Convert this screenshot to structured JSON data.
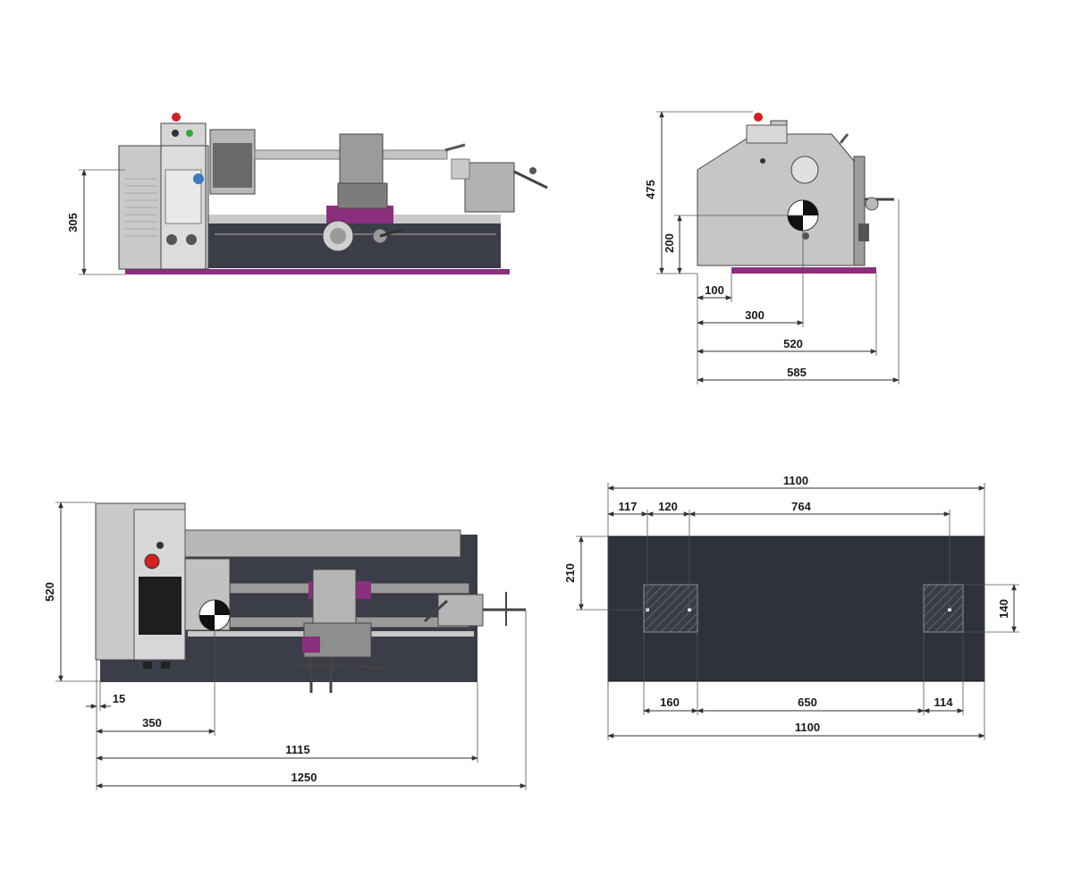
{
  "colors": {
    "machine_light": "#c9c9c9",
    "machine_mid": "#a7a7a7",
    "machine_dark": "#3b3d48",
    "accent_magenta": "#8a2f7e",
    "base_plate": "#2f323c",
    "estop_red": "#d42020"
  },
  "front_view": {
    "dims": {
      "height": "305"
    }
  },
  "side_view": {
    "dims": {
      "height_total": "475",
      "center_height": "200",
      "d100": "100",
      "d300": "300",
      "d520": "520",
      "d585": "585"
    }
  },
  "top_view": {
    "dims": {
      "depth": "520",
      "d15": "15",
      "d350": "350",
      "d1115": "1115",
      "d1250": "1250"
    }
  },
  "base_view": {
    "dims": {
      "top_total": "1100",
      "d117": "117",
      "d120": "120",
      "d764": "764",
      "d210": "210",
      "d140": "140",
      "d160": "160",
      "d650": "650",
      "d114": "114",
      "bottom_total": "1100"
    }
  }
}
